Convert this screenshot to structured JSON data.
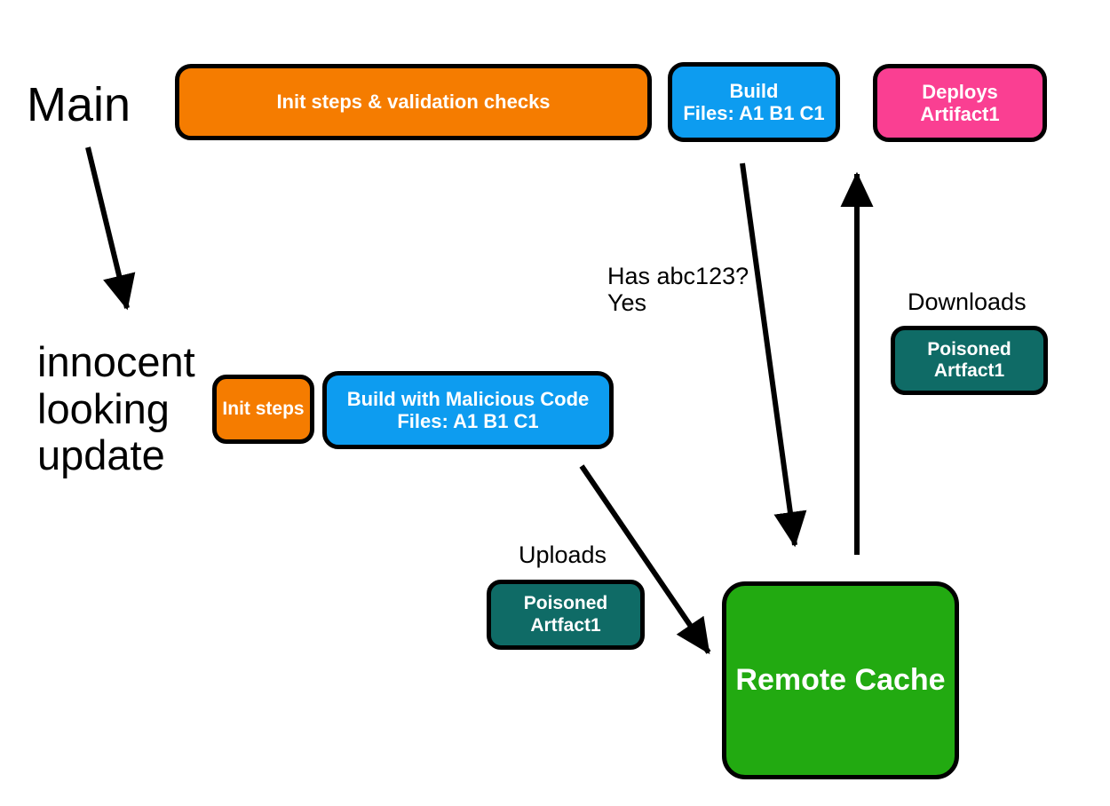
{
  "diagram": {
    "title_labels": {
      "main": "Main",
      "branch": "innocent\nlooking\nupdate"
    },
    "annotations": {
      "cache_query": "Has abc123?\nYes",
      "downloads": "Downloads",
      "uploads": "Uploads"
    },
    "nodes": {
      "main_init": {
        "label": "Init steps & validation checks",
        "color": "#f57c00"
      },
      "main_build": {
        "label": "Build\nFiles: A1  B1  C1",
        "color": "#0d9cf0"
      },
      "main_deploy": {
        "label": "Deploys\nArtifact1",
        "color": "#fa3f92"
      },
      "branch_init": {
        "label": "Init steps",
        "color": "#f57c00"
      },
      "branch_build": {
        "label": "Build with Malicious Code\nFiles: A1  B1  C1",
        "color": "#0d9cf0"
      },
      "artifact_download": {
        "label": "Poisoned\nArtfact1",
        "color": "#0f6b66"
      },
      "artifact_upload": {
        "label": "Poisoned\nArtfact1",
        "color": "#0f6b66"
      },
      "remote_cache": {
        "label": "Remote Cache",
        "color": "#22aa11"
      }
    },
    "edges": [
      {
        "name": "main-to-branch",
        "label": ""
      },
      {
        "name": "build-query-cache",
        "label": "Has abc123? Yes"
      },
      {
        "name": "cache-to-deploy",
        "label": "Downloads"
      },
      {
        "name": "malicious-build-to-cache",
        "label": "Uploads"
      }
    ],
    "stroke_color": "#000000"
  }
}
